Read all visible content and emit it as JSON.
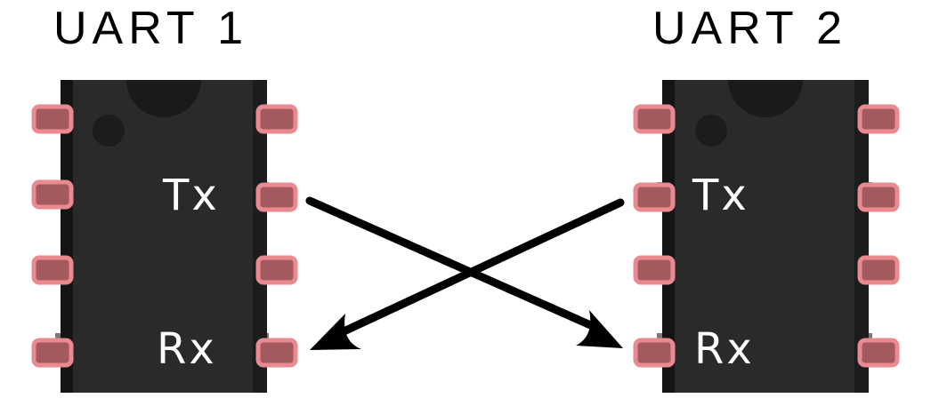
{
  "uart1": {
    "title": "UART 1",
    "tx_label": "Tx",
    "rx_label": "Rx"
  },
  "uart2": {
    "title": "UART 2",
    "tx_label": "Tx",
    "rx_label": "Rx"
  },
  "colors": {
    "chip_body": "#2a2a2a",
    "chip_edge": "#111111",
    "pin_fill": "#a35a5e",
    "pin_stroke": "#e88a8f",
    "pin_leg": "#8a8a8a",
    "arrow": "#000000",
    "label": "#ffffff"
  }
}
